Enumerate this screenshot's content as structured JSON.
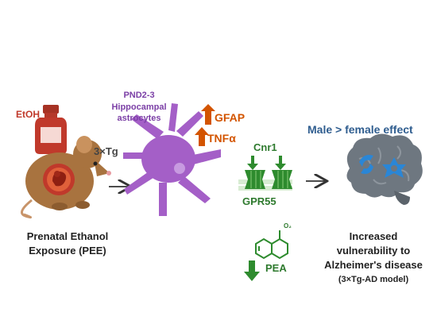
{
  "exposure": {
    "agent": "EtOH",
    "strain": "3×Tg",
    "caption_line1": "Prenatal Ethanol",
    "caption_line2": "Exposure (PEE)"
  },
  "astrocyte": {
    "label_line1": "PND2-3",
    "label_line2": "Hippocampal",
    "label_line3": "astrocytes",
    "markers": [
      {
        "name": "GFAP",
        "direction": "up"
      },
      {
        "name": "TNFα",
        "direction": "up"
      }
    ]
  },
  "receptors": {
    "top_label": "Cnr1",
    "bottom_label": "GPR55",
    "molecule_label": "PEA",
    "molecule_direction": "down",
    "molecule_substituent": "O₂"
  },
  "outcome": {
    "sex_effect": "Male > female effect",
    "line1": "Increased",
    "line2": "vulnerability to",
    "line3": "Alzheimer's disease",
    "line4": "(3×Tg-AD model)"
  },
  "colors": {
    "etoh_red": "#c0392b",
    "mouse_brown": "#a8733f",
    "astrocyte_purple": "#a45fc7",
    "label_purple": "#7b3fa6",
    "upregulation_orange": "#d35400",
    "receptor_green": "#2e8b2e",
    "sex_effect_blue": "#2f5d8f",
    "brain_gray": "#6e7780",
    "brain_blue": "#2a86d6"
  }
}
